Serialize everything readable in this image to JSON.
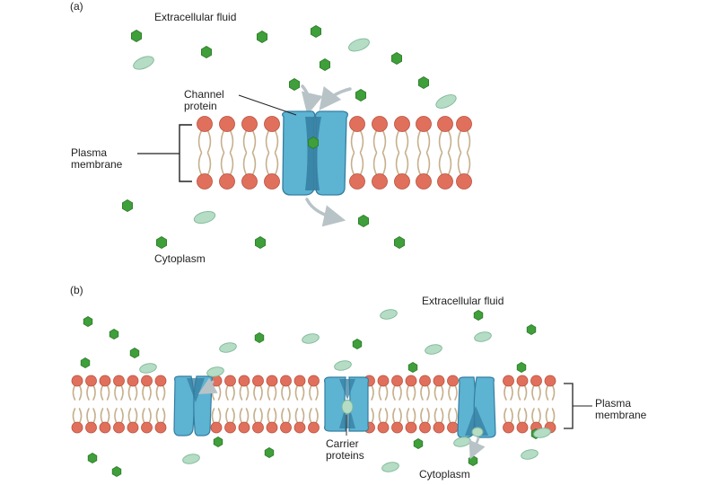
{
  "panel_a": {
    "letter": "(a)",
    "extracellular_label": "Extracellular fluid",
    "channel_label_line1": "Channel",
    "channel_label_line2": "protein",
    "membrane_label_line1": "Plasma",
    "membrane_label_line2": "membrane",
    "cytoplasm_label": "Cytoplasm"
  },
  "panel_b": {
    "letter": "(b)",
    "extracellular_label": "Extracellular fluid",
    "carrier_label_line1": "Carrier",
    "carrier_label_line2": "proteins",
    "membrane_label_line1": "Plasma",
    "membrane_label_line2": "membrane",
    "cytoplasm_label": "Cytoplasm"
  },
  "colors": {
    "lipid_head": "#e0705c",
    "lipid_tail": "#c6b08c",
    "protein": "#5db3d2",
    "protein_dark": "#347ea1",
    "solute_hexagon": "#3f9f3a",
    "solute_oval": "#b5dcc4",
    "arrow": "#b8c3c8"
  }
}
